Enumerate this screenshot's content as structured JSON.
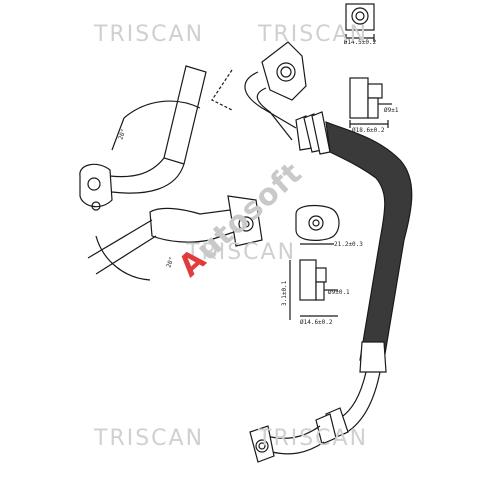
{
  "watermarks": {
    "top_left": "TRISCAN",
    "top_right": "TRISCAN",
    "middle": "TRISCAN",
    "bottom_left": "TRISCAN",
    "bottom_right": "TRISCAN",
    "brand_prefix": "A",
    "brand_rest": "utosoft"
  },
  "dimensions": {
    "top_port": "Ø14.5±0.2",
    "upper_fitting_small": "Ø9±1",
    "upper_fitting_large": "Ø18.6±0.2",
    "flange_width": "21.2±0.3",
    "lower_fitting_small": "Ø9±0.1",
    "lower_fitting_large": "Ø14.6±0.2",
    "lower_fitting_length": "3.1±0.1"
  },
  "angles": {
    "upper_bend": "20°",
    "lower_bend": "20°"
  },
  "colors": {
    "outline": "#1a1a1a",
    "hose_fill": "#3a3a3a",
    "watermark": "#d0d0d0",
    "brand_accent": "#e23b3b"
  }
}
